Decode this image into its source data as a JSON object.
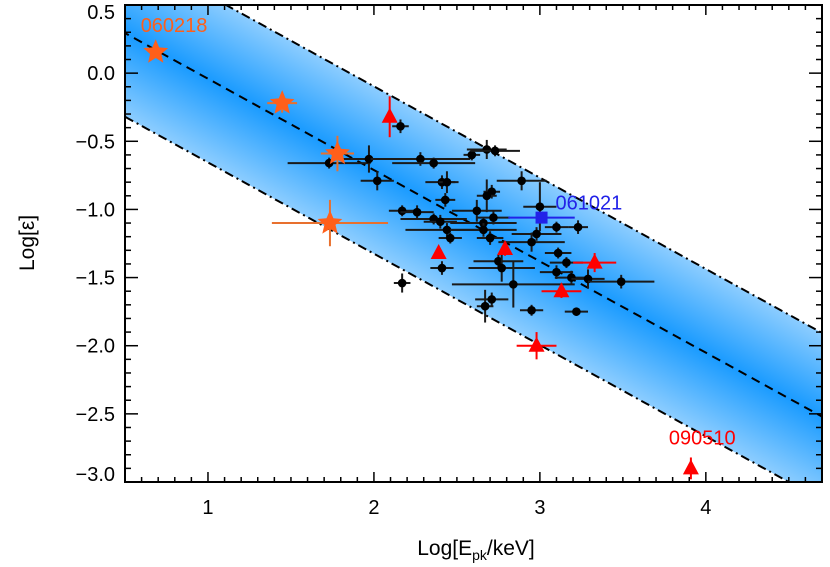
{
  "chart_data": {
    "type": "scatter",
    "title": "",
    "xlabel": "Log[E_pk/keV]",
    "xlabel_main": "Log[E",
    "xlabel_sub": "pk",
    "xlabel_tail": "/keV]",
    "ylabel": "Log[ε]",
    "xlim": [
      0.5,
      4.7
    ],
    "ylim": [
      -3.0,
      0.5
    ],
    "x_ticks": [
      "1",
      "2",
      "3",
      "4"
    ],
    "y_ticks": [
      "0.5",
      "0.0",
      "−0.5",
      "−1.0",
      "−1.5",
      "−2.0",
      "−2.5",
      "−3.0"
    ],
    "grid": false,
    "relation": {
      "slope": -0.67,
      "intercept": 0.629,
      "band_half_width": 0.614
    },
    "colors": {
      "band_center": "#1a9bff",
      "band_edge": "#ffffff",
      "black": "#000000",
      "star": "#ff5f1a",
      "star_err": "#e8702e",
      "triangle": "#ff0000",
      "square": "#2222e8"
    },
    "series": [
      {
        "marker": "circle",
        "color": "#000000",
        "points": [
          [
            2.16,
            -0.39,
            0.05,
            0.05
          ],
          [
            1.73,
            -0.66,
            0.25,
            0.04
          ],
          [
            1.97,
            -0.63,
            0.2,
            0.1
          ],
          [
            2.02,
            -0.79,
            0.1,
            0.07
          ],
          [
            2.28,
            -0.63,
            0.3,
            0.05
          ],
          [
            2.36,
            -0.66,
            0.25,
            0.04
          ],
          [
            2.59,
            -0.6,
            0.05,
            0.04
          ],
          [
            2.68,
            -0.56,
            0.12,
            0.07
          ],
          [
            2.73,
            -0.57,
            0.15,
            0.04
          ],
          [
            2.41,
            -0.8,
            0.1,
            0.05
          ],
          [
            2.44,
            -0.8,
            0.05,
            0.08
          ],
          [
            2.89,
            -0.79,
            0.15,
            0.07
          ],
          [
            2.71,
            -0.87,
            0.05,
            0.05
          ],
          [
            2.68,
            -0.9,
            0.06,
            0.12
          ],
          [
            2.43,
            -0.93,
            0.06,
            0.05
          ],
          [
            2.62,
            -1.01,
            0.15,
            0.08
          ],
          [
            2.72,
            -1.06,
            0.1,
            0.05
          ],
          [
            2.17,
            -1.01,
            0.08,
            0.04
          ],
          [
            2.26,
            -1.02,
            0.1,
            0.05
          ],
          [
            2.36,
            -1.07,
            0.2,
            0.04
          ],
          [
            2.4,
            -1.09,
            0.1,
            0.05
          ],
          [
            2.66,
            -1.1,
            0.2,
            0.04
          ],
          [
            3.0,
            -0.98,
            0.1,
            0.18
          ],
          [
            2.44,
            -1.15,
            0.25,
            0.05
          ],
          [
            2.66,
            -1.15,
            0.2,
            0.05
          ],
          [
            2.46,
            -1.21,
            0.07,
            0.04
          ],
          [
            2.7,
            -1.21,
            0.08,
            0.05
          ],
          [
            3.1,
            -1.13,
            0.07,
            0.04
          ],
          [
            3.23,
            -1.13,
            0.06,
            0.05
          ],
          [
            2.98,
            -1.18,
            0.15,
            0.05
          ],
          [
            2.95,
            -1.24,
            0.2,
            0.07
          ],
          [
            3.11,
            -1.32,
            0.08,
            0.04
          ],
          [
            3.16,
            -1.39,
            0.1,
            0.04
          ],
          [
            2.41,
            -1.43,
            0.07,
            0.05
          ],
          [
            2.75,
            -1.38,
            0.15,
            0.05
          ],
          [
            2.77,
            -1.43,
            0.2,
            0.1
          ],
          [
            3.1,
            -1.46,
            0.1,
            0.05
          ],
          [
            3.19,
            -1.5,
            0.1,
            0.05
          ],
          [
            3.29,
            -1.51,
            0.1,
            0.07
          ],
          [
            3.49,
            -1.53,
            0.2,
            0.05
          ],
          [
            2.84,
            -1.55,
            0.37,
            0.17
          ],
          [
            2.17,
            -1.54,
            0.05,
            0.07
          ],
          [
            2.71,
            -1.66,
            0.1,
            0.05
          ],
          [
            2.67,
            -1.71,
            0.05,
            0.12
          ],
          [
            2.95,
            -1.74,
            0.07,
            0.04
          ],
          [
            3.22,
            -1.75,
            0.07,
            0.03
          ]
        ]
      },
      {
        "marker": "star",
        "color": "#ff5f1a",
        "points": [
          [
            0.685,
            0.154,
            0.02,
            0.03
          ],
          [
            1.447,
            -0.22,
            0.09,
            0.07
          ],
          [
            1.78,
            -0.59,
            0.1,
            0.13
          ],
          [
            1.735,
            -1.1,
            0.35,
            0.17
          ]
        ]
      },
      {
        "marker": "triangle",
        "color": "#ff0000",
        "points": [
          [
            2.095,
            -0.32,
            0.02,
            0.15
          ],
          [
            2.39,
            -1.32,
            0.02,
            0.02
          ],
          [
            2.79,
            -1.29,
            0.02,
            0.05
          ],
          [
            3.33,
            -1.39,
            0.13,
            0.07
          ],
          [
            3.13,
            -1.6,
            0.12,
            0.05
          ],
          [
            2.98,
            -2.0,
            0.12,
            0.1
          ],
          [
            3.91,
            -2.9,
            0.02,
            0.08
          ]
        ]
      },
      {
        "marker": "square",
        "color": "#2222e8",
        "points": [
          [
            3.01,
            -1.06,
            0.2,
            0.04
          ]
        ]
      }
    ],
    "annotations": [
      {
        "text": "060218",
        "series": 1,
        "point": 0,
        "color": "#ff5f1a"
      },
      {
        "text": "061021",
        "series": 3,
        "point": 0,
        "color": "#2222e8"
      },
      {
        "text": "090510",
        "series": 2,
        "point": 6,
        "color": "#ff0000"
      }
    ]
  }
}
